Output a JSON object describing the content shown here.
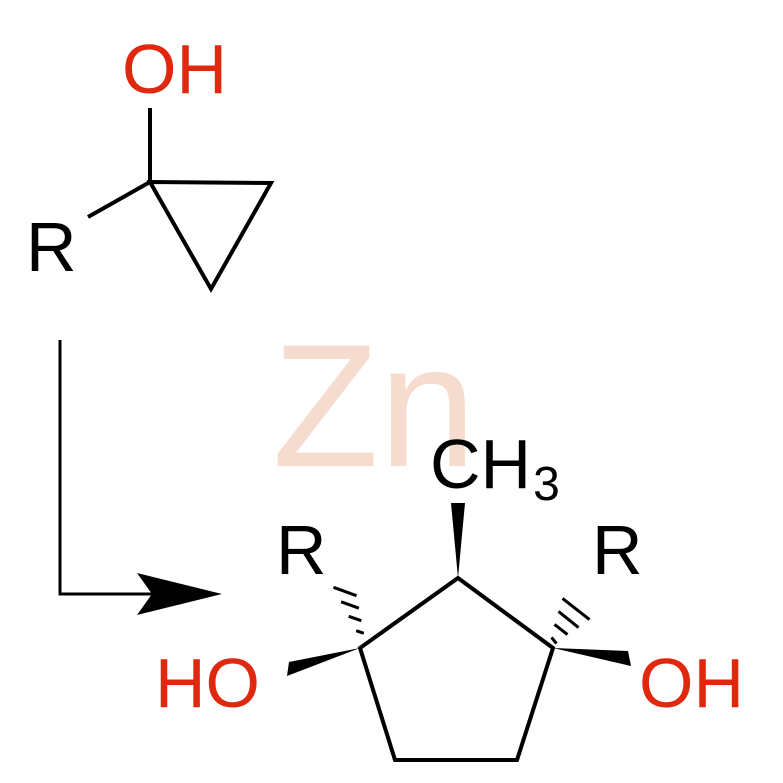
{
  "colors": {
    "heteroatom": "#e0280f",
    "bond": "#000000",
    "watermark": "#f5dccf"
  },
  "watermark": {
    "text": "Zn"
  },
  "reactant": {
    "hydroxyl_label": "OH",
    "substituent_label": "R"
  },
  "product": {
    "methyl_prefix": "CH",
    "methyl_subscript": "3",
    "left_substituent_label": "R",
    "right_substituent_label": "R",
    "left_hydroxyl_label": "HO",
    "right_hydroxyl_label": "OH"
  }
}
